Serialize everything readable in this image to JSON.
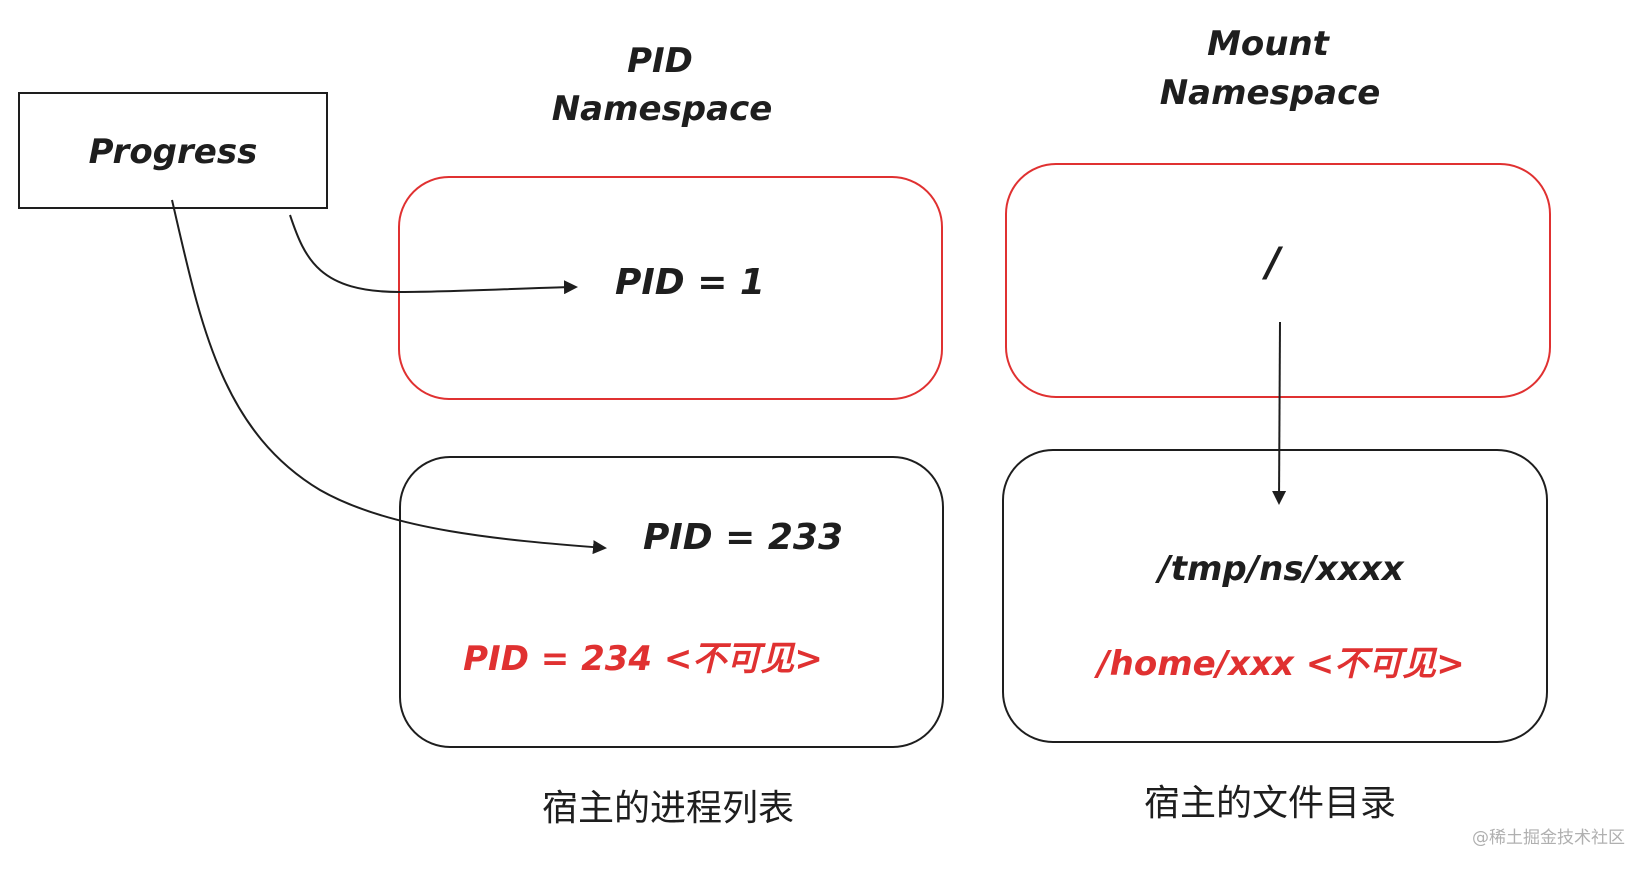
{
  "colors": {
    "ink": "#1e1e1e",
    "accent": "#e03131",
    "watermark": "#b0b0b0"
  },
  "process_box": {
    "label": "Progress"
  },
  "pid_namespace": {
    "title_line1": "PID",
    "title_line2": "Namespace",
    "inner_pid": "PID = 1",
    "host_pid_visible": "PID = 233",
    "host_pid_hidden": "PID = 234 <不可见>",
    "caption": "宿主的进程列表"
  },
  "mount_namespace": {
    "title_line1": "Mount",
    "title_line2": "Namespace",
    "inner_root": "/",
    "host_path_visible": "/tmp/ns/xxxx",
    "host_path_hidden": "/home/xxx <不可见>",
    "caption": "宿主的文件目录"
  },
  "watermark": "@稀土掘金技术社区"
}
